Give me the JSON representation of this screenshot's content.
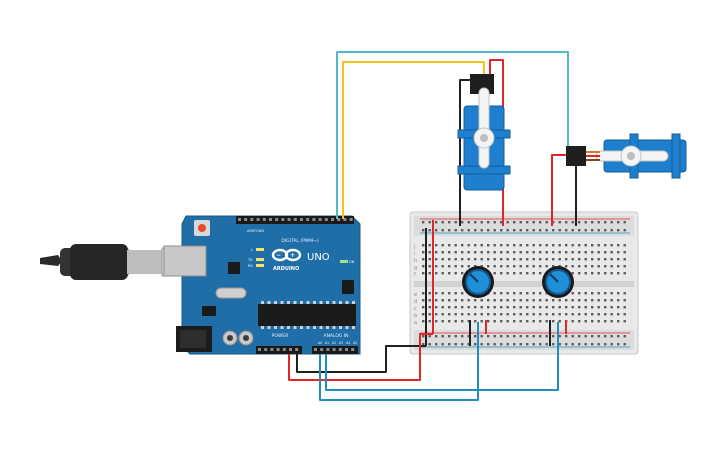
{
  "board": {
    "brand": "ARDUINO",
    "model": "UNO",
    "digital_label": "DIGITAL (PWM~)",
    "power_label": "POWER",
    "analog_label": "ANALOG IN",
    "on_label": "ON",
    "led_l": "L",
    "led_tx": "TX",
    "led_rx": "RX",
    "pin_aref": "AREF",
    "pin_gnd": "GND",
    "pin_a0": "A0",
    "pin_a1": "A1",
    "pin_a2": "A2",
    "pin_a3": "A3",
    "pin_a4": "A4",
    "pin_a5": "A5"
  },
  "breadboard": {
    "rows_top": [
      "j",
      "i",
      "h",
      "g",
      "f"
    ],
    "rows_bottom": [
      "e",
      "d",
      "c",
      "b",
      "a"
    ]
  },
  "wires": {
    "red": "#e0262b",
    "black": "#202020",
    "yellow": "#f0c419",
    "blue": "#1f8fc2",
    "teal": "#53b8c9"
  },
  "parts": [
    "arduino-uno",
    "usb-cable",
    "breadboard",
    "servo",
    "servo",
    "potentiometer",
    "potentiometer"
  ]
}
